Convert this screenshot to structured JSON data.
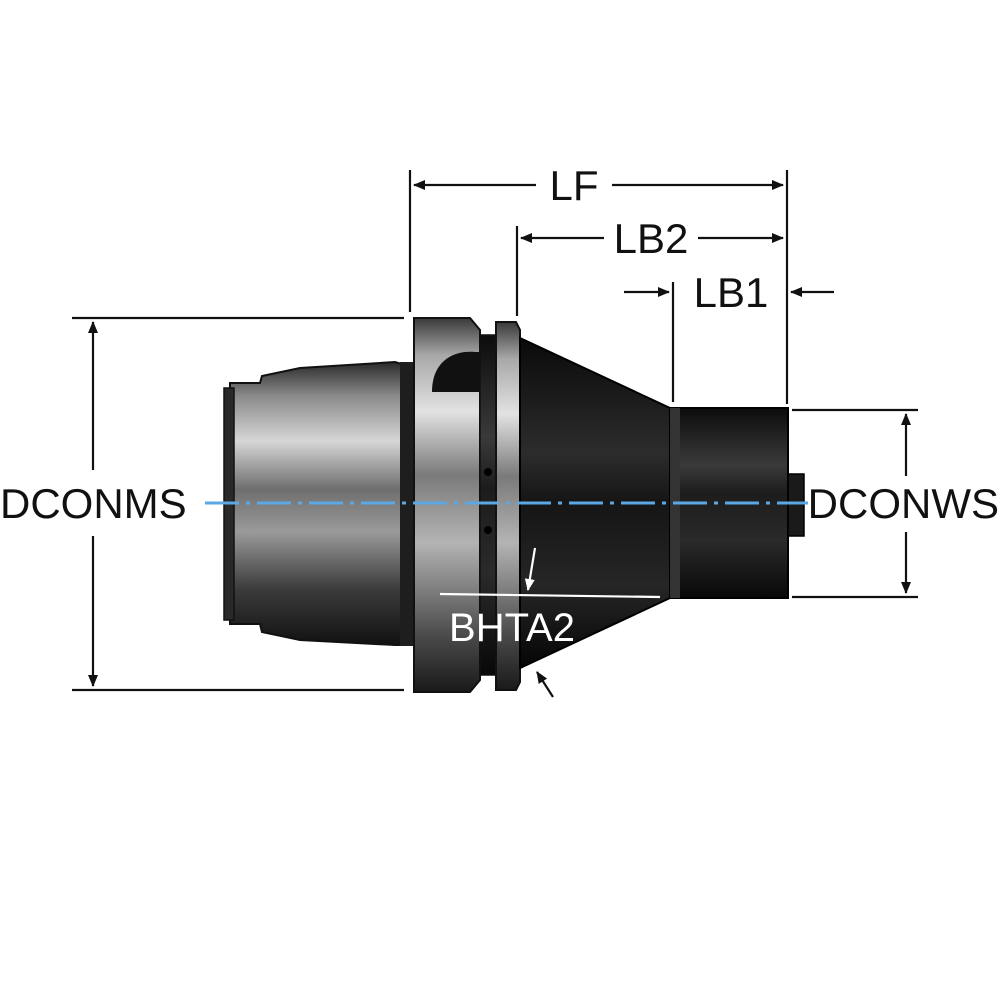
{
  "labels": {
    "lf": "LF",
    "lb2": "LB2",
    "lb1": "LB1",
    "dconms": "DCONMS",
    "dconws": "DCONWS",
    "bhta2": "BHTA2"
  },
  "colors": {
    "centerline": "#5aa9e6",
    "dimension": "#111111",
    "body_dark": "#141414",
    "body_mid": "#4a4a4a",
    "body_light": "#c8c8c8"
  }
}
